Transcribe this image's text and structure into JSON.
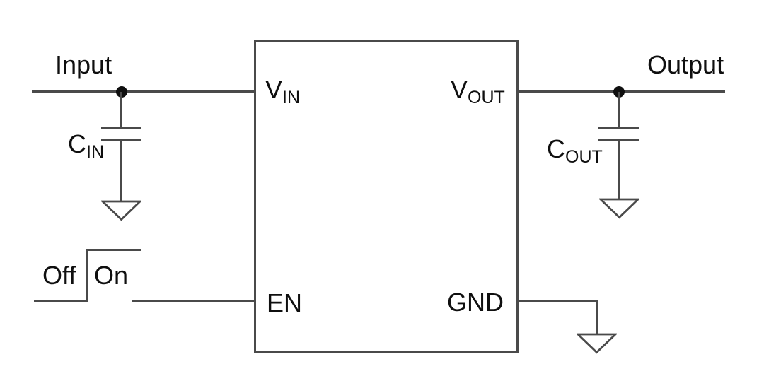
{
  "colors": {
    "line": "#4a4a4a",
    "text": "#0f0f0f",
    "background": "#ffffff"
  },
  "input_rail": {
    "label": "Input"
  },
  "output_rail": {
    "label": "Output"
  },
  "input_capacitor": {
    "base": "C",
    "sub": "IN"
  },
  "output_capacitor": {
    "base": "C",
    "sub": "OUT"
  },
  "enable_signal": {
    "off_label": "Off",
    "on_label": "On"
  },
  "ic": {
    "pins": {
      "vin": {
        "base": "V",
        "sub": "IN"
      },
      "vout": {
        "base": "V",
        "sub": "OUT"
      },
      "en": {
        "label": "EN"
      },
      "gnd": {
        "label": "GND"
      }
    }
  }
}
